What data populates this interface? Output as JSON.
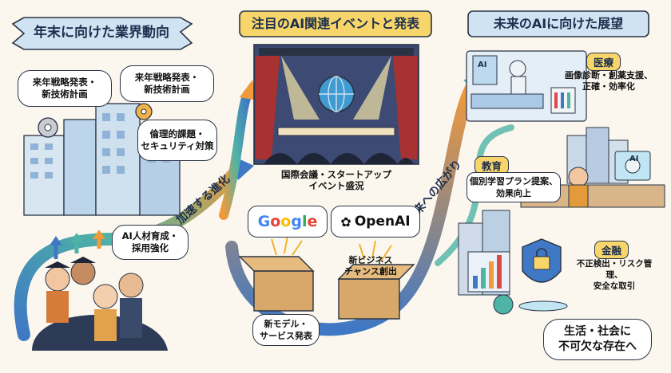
{
  "sections": {
    "left_title": "年末に向けた業界動向",
    "center_title": "注目のAI関連イベントと発表",
    "right_title": "未来のAIに向けた展望"
  },
  "left": {
    "bubble1": "来年戦略発表・\n新技術計画",
    "bubble2": "来年戦略発表・\n新技術計画",
    "bubble3": "倫理的課題・\nセキュリティ対策",
    "bubble4": "AI人材育成・\n採用強化"
  },
  "arrows": {
    "accelerating": "加速する進化",
    "expansion": "未来への広がり"
  },
  "center": {
    "event_caption": "国際会議・スタートアップ\nイベント盛況",
    "logo_google": [
      "G",
      "o",
      "o",
      "g",
      "l",
      "e"
    ],
    "logo_openai": "OpenAI",
    "box1_label": "新モデル・\nサービス発表",
    "box2_label": "新ビジネス\nチャンス創出"
  },
  "right": {
    "medical_tag": "医療",
    "medical_text": "画像診断・創薬支援、\n正確・効率化",
    "education_tag": "教育",
    "education_text": "個別学習プラン提案、\n効果向上",
    "finance_tag": "金融",
    "finance_text": "不正検出・リスク管理、\n安全な取引",
    "closing": "生活・社会に\n不可欠な存在へ",
    "screen_ai1": "AI",
    "screen_ai2": "AI"
  },
  "colors": {
    "banner_blue": "#cfe3f3",
    "banner_yellow": "#f7d56a",
    "arrow_orange": "#f29a3a",
    "arrow_teal": "#4fb3a5",
    "arrow_blue": "#3f78c4"
  }
}
